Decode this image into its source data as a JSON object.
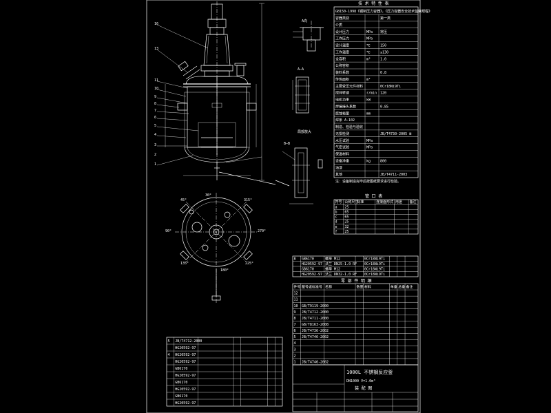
{
  "spec_table": {
    "title": "技 术 特 性 表",
    "header_text": "GB150-1998《钢制压力容器》，《压力容器安全技术监察规程》",
    "rows": [
      {
        "label": "容器类别",
        "unit": "",
        "value": "第一类"
      },
      {
        "label": "介质",
        "unit": "",
        "value": ""
      },
      {
        "label": "设计压力",
        "unit": "MPa",
        "value": "常压"
      },
      {
        "label": "工作压力",
        "unit": "MPa",
        "value": ""
      },
      {
        "label": "设计温度",
        "unit": "℃",
        "value": "150"
      },
      {
        "label": "工作温度",
        "unit": "℃",
        "value": "≤130"
      },
      {
        "label": "全容积",
        "unit": "m³",
        "value": "1.0"
      },
      {
        "label": "公称容积",
        "unit": "",
        "value": ""
      },
      {
        "label": "装料系数",
        "unit": "",
        "value": "0.8"
      },
      {
        "label": "传热面积",
        "unit": "m²",
        "value": ""
      },
      {
        "label": "主要受压元件材料",
        "unit": "",
        "value": "0Cr18Ni9Ti"
      },
      {
        "label": "搅拌转速",
        "unit": "r/min",
        "value": "120"
      },
      {
        "label": "电机功率",
        "unit": "kW",
        "value": ""
      },
      {
        "label": "焊接接头系数",
        "unit": "",
        "value": "0.85"
      },
      {
        "label": "腐蚀裕量",
        "unit": "mm",
        "value": ""
      },
      {
        "label": "焊条 A-102",
        "unit": "",
        "value": ""
      },
      {
        "label": "制造、检验与验收",
        "unit": "",
        "value": ""
      },
      {
        "label": "无损检测",
        "unit": "",
        "value": "JB/T4730-2005 Ⅲ"
      },
      {
        "label": "水压试验",
        "unit": "MPa",
        "value": ""
      },
      {
        "label": "气密试验",
        "unit": "MPa",
        "value": ""
      },
      {
        "label": "保温材料",
        "unit": "",
        "value": ""
      },
      {
        "label": "设备净重",
        "unit": "kg",
        "value": "800"
      },
      {
        "label": "油漆",
        "unit": "",
        "value": ""
      },
      {
        "label": "其他",
        "unit": "",
        "value": "JB/T4711-2003"
      }
    ],
    "note": "注：设备制造完毕后按图纸要求进行检验。"
  },
  "nozzle_table": {
    "title": "管 口 表",
    "header": [
      "符号",
      "公称尺寸",
      "标准",
      "连接面形式",
      "用途",
      "备注"
    ],
    "rows": [
      [
        "a",
        "25",
        "",
        "",
        "",
        ""
      ],
      [
        "b",
        "65",
        "",
        "",
        "",
        ""
      ],
      [
        "c",
        "65",
        "",
        "",
        "",
        ""
      ],
      [
        "d",
        "25",
        "",
        "",
        "",
        ""
      ],
      [
        "e",
        "32",
        "",
        "",
        "",
        ""
      ],
      [
        "f",
        "25",
        "",
        "",
        "",
        ""
      ]
    ]
  },
  "parts_upper": {
    "rows": [
      [
        "8",
        "GB6170",
        "螺母 M12",
        "",
        "0Cr18Ni9Ti",
        "",
        "",
        ""
      ],
      [
        "",
        "HG20592-97",
        "法兰 DN25-1.0 RF",
        "",
        "0Cr18Ni9Ti",
        "",
        "",
        ""
      ],
      [
        "",
        "GB6170",
        "螺母 M12",
        "",
        "0Cr18Ni9Ti",
        "",
        "",
        ""
      ],
      [
        "",
        "HG20592-97",
        "法兰 DN32-1.0 RF",
        "",
        "0Cr18Ni9Ti",
        "",
        "",
        ""
      ]
    ]
  },
  "parts_lower": {
    "title": "零 部 件 明 细",
    "rows": [
      [
        "12",
        "",
        "",
        "",
        "",
        "",
        "",
        ""
      ],
      [
        "11",
        "",
        "",
        "",
        "",
        "",
        "",
        ""
      ],
      [
        "10",
        "GB/T9119-2000",
        "",
        "",
        "",
        "",
        "",
        ""
      ],
      [
        "9",
        "JB/T4712-2000",
        "",
        "",
        "",
        "",
        "",
        ""
      ],
      [
        "8",
        "JB/T4711-2000",
        "",
        "",
        "",
        "",
        "",
        ""
      ],
      [
        "7",
        "GB/T8163-2008",
        "",
        "",
        "",
        "",
        "",
        ""
      ],
      [
        "6",
        "JB/T4736-2002",
        "",
        "",
        "",
        "",
        "",
        ""
      ],
      [
        "5",
        "JB/T4746-2002",
        "",
        "",
        "",
        "",
        "",
        ""
      ],
      [
        "4",
        "",
        "",
        "",
        "",
        "",
        "",
        ""
      ],
      [
        "3",
        "",
        "",
        "",
        "",
        "",
        "",
        ""
      ],
      [
        "2",
        "",
        "",
        "",
        "",
        "",
        "",
        ""
      ],
      [
        "1",
        "JB/T4746-2002",
        "",
        "",
        "",
        "",
        "",
        ""
      ]
    ],
    "header": [
      "件号",
      "图号或标准号",
      "名称",
      "数量",
      "材料",
      "单重",
      "总重",
      "备注"
    ]
  },
  "title_block": {
    "line1": "1000L 不锈钢反应釜",
    "line2": "DN1000 V=1.0m³",
    "line3": "装 配 图"
  },
  "bottom_table": {
    "rows": [
      [
        "5",
        "JB/T4712-2000",
        "",
        "",
        "",
        "",
        ""
      ],
      [
        "",
        "HG20592-97",
        "",
        "",
        "",
        "",
        ""
      ],
      [
        "4",
        "HG20592-97",
        "",
        "",
        "",
        "",
        ""
      ],
      [
        "",
        "HG20592-97",
        "",
        "",
        "",
        "",
        ""
      ],
      [
        "",
        "GB6170",
        "",
        "",
        "",
        "",
        ""
      ],
      [
        "",
        "HG20592-97",
        "",
        "",
        "",
        "",
        ""
      ],
      [
        "",
        "GB6170",
        "",
        "",
        "",
        "",
        ""
      ],
      [
        "",
        "HG20592-97",
        "",
        "",
        "",
        "",
        ""
      ],
      [
        "",
        "GB6170",
        "",
        "",
        "",
        "",
        ""
      ],
      [
        "",
        "HG20592-97",
        "",
        "",
        "",
        "",
        ""
      ]
    ]
  },
  "callouts": [
    "16",
    "13",
    "11",
    "10",
    "9",
    "8",
    "7",
    "6",
    "5",
    "4",
    "3",
    "2",
    "1"
  ],
  "section_labels": [
    "A向",
    "A—A",
    "局部放大",
    "B—B"
  ],
  "angles": [
    "45°",
    "30°",
    "315°",
    "270°",
    "225°",
    "180°",
    "135°",
    "90°"
  ]
}
